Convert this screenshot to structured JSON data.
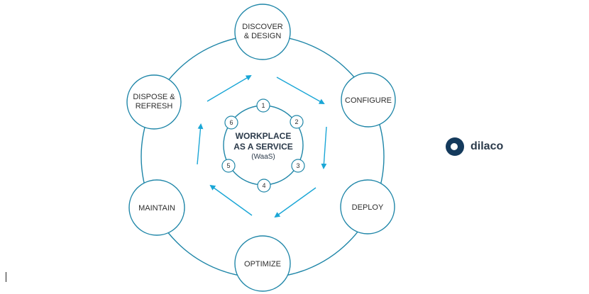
{
  "colors": {
    "circle_stroke": "#1f86a8",
    "arrow": "#1aa6d6",
    "text": "#2d2d2d",
    "center_text": "#2b3a4a",
    "logo_dark": "#143a5c",
    "logo_light": "#27a9e1"
  },
  "stages": [
    {
      "id": "discover",
      "lines": [
        "DISCOVER",
        "& DESIGN"
      ]
    },
    {
      "id": "configure",
      "lines": [
        "CONFIGURE"
      ]
    },
    {
      "id": "deploy",
      "lines": [
        "DEPLOY"
      ]
    },
    {
      "id": "optimize",
      "lines": [
        "OPTIMIZE"
      ]
    },
    {
      "id": "maintain",
      "lines": [
        "MAINTAIN"
      ]
    },
    {
      "id": "dispose",
      "lines": [
        "DISPOSE &",
        "REFRESH"
      ]
    }
  ],
  "center": {
    "title_line1": "WORKPLACE",
    "title_line2": "AS A SERVICE",
    "subtitle": "(WaaS)"
  },
  "step_numbers": [
    "1",
    "2",
    "3",
    "4",
    "5",
    "6"
  ],
  "logo": {
    "icon": "dilaco-logo-icon",
    "text": "dilaco"
  }
}
